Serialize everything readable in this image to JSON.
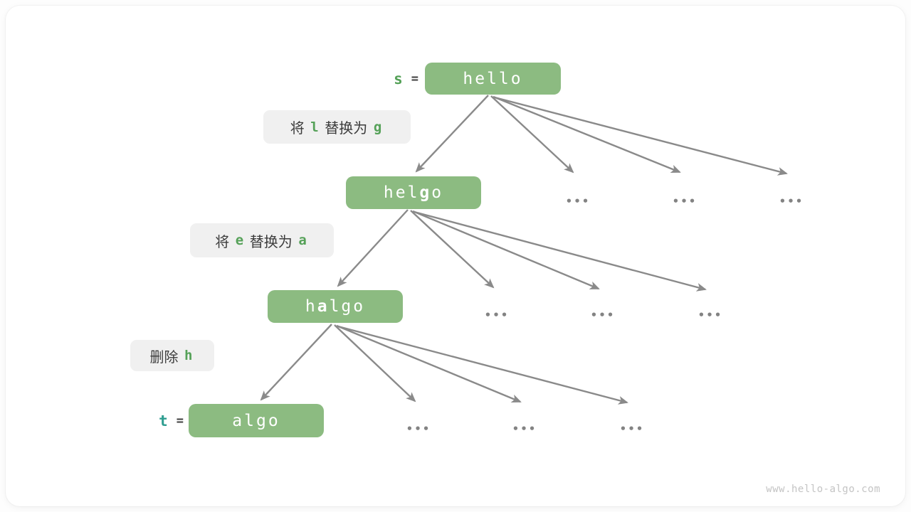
{
  "colors": {
    "box_green": "#8CBB81",
    "code_green": "#55A158",
    "teal": "#2E9D90",
    "arrow_gray": "#8A8A8A",
    "label_bg": "#F0F0F0",
    "text_dark": "#3C3C3C",
    "dots_gray": "#838383",
    "watermark_gray": "#C4C4C4"
  },
  "diagram": {
    "source_label": {
      "name": "s",
      "equals": "="
    },
    "target_label": {
      "name": "t",
      "equals": "="
    },
    "nodes": [
      {
        "id": "hello",
        "text": "hello",
        "bold_index": -1
      },
      {
        "id": "helgo",
        "text": "helgo",
        "bold_index": 3
      },
      {
        "id": "halgo",
        "text": "halgo",
        "bold_index": 1
      },
      {
        "id": "algo",
        "text": "algo",
        "bold_index": -1
      }
    ],
    "operations": [
      {
        "id": "replace-l-with-g",
        "segments": [
          {
            "t": "将 ",
            "k": "plain"
          },
          {
            "t": "l",
            "k": "code"
          },
          {
            "t": " 替换为 ",
            "k": "plain"
          },
          {
            "t": "g",
            "k": "code"
          }
        ]
      },
      {
        "id": "replace-e-with-a",
        "segments": [
          {
            "t": "将 ",
            "k": "plain"
          },
          {
            "t": "e",
            "k": "code"
          },
          {
            "t": " 替换为 ",
            "k": "plain"
          },
          {
            "t": "a",
            "k": "code"
          }
        ]
      },
      {
        "id": "delete-h",
        "segments": [
          {
            "t": "删除 ",
            "k": "plain"
          },
          {
            "t": "h",
            "k": "code"
          }
        ]
      }
    ],
    "ellipsis": "•••"
  },
  "footer": {
    "watermark": "www.hello-algo.com"
  }
}
